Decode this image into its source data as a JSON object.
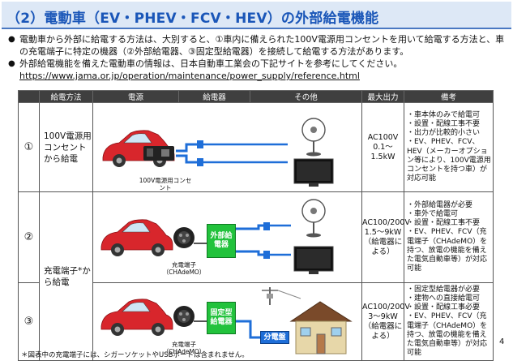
{
  "title": "（2）電動車（EV・PHEV・FCV・HEV）の外部給電機能",
  "bullets": [
    {
      "text": "電動車から外部に給電する方法は、大別すると、①車内に備えられた100V電源用コンセントを用いて給電する方法と、車の充電端子に特定の機器（②外部給電器、③固定型給電器）を接続して給電する方法があります。"
    },
    {
      "text": "外部給電機能を備えた電動車の情報は、日本自動車工業会の下記サイトを参考にしてください。"
    }
  ],
  "link": "https://www.jama.or.jp/operation/maintenance/power_supply/reference.html",
  "table": {
    "headers": [
      "",
      "給電方法",
      "電源",
      "給電器",
      "その他",
      "最大出力",
      "備考"
    ],
    "rows": [
      {
        "num": "①",
        "method": "100V電源用コンセントから給電",
        "source_caption": "100V電源用コンセント",
        "max_output": "AC100V 0.1～1.5kW",
        "notes": [
          "・車本体のみで給電可",
          "・設置・配線工事不要",
          "・出力が比較的小さい",
          "・EV、PHEV、FCV、HEV（メーカーオプション等により、100V電源用コンセントを持つ車）が対応可能"
        ]
      },
      {
        "num": "②",
        "method": "充電端子*から給電",
        "source_caption": "充電端子（CHAdeMO）",
        "charger_label": "外部給電器",
        "max_output": "AC100/200V 1.5～9kW（給電器による）",
        "notes": [
          "・外部給電器が必要",
          "・車外で給電可",
          "・設置・配線工事不要",
          "・EV、PHEV、FCV（充電端子（CHAdeMO）を持つ、放電の機能を備えた電気自動車等）が対応可能"
        ]
      },
      {
        "num": "③",
        "source_caption": "充電端子（CHAdeMO）",
        "charger_label": "固定型給電器",
        "panel_label": "分電盤",
        "max_output": "AC100/200V 3～9kW（給電器による）",
        "notes": [
          "・固定型給電器が必要",
          "・建物への直接給電可",
          "・設置・配線工事必要",
          "・EV、PHEV、FCV（充電端子（CHAdeMO）を持つ、放電の機能を備えた電気自動車等）が対応可能"
        ]
      }
    ]
  },
  "footnote": "＊図表中の充電端子には、シガーソケットやUSBポートは含まれません。",
  "page_number": "4",
  "colors": {
    "title": "#1a56b8",
    "header_bg": "#3f3f3f",
    "charger": "#22c23c",
    "car": "#d8262c",
    "house": "#e7d7a9"
  }
}
